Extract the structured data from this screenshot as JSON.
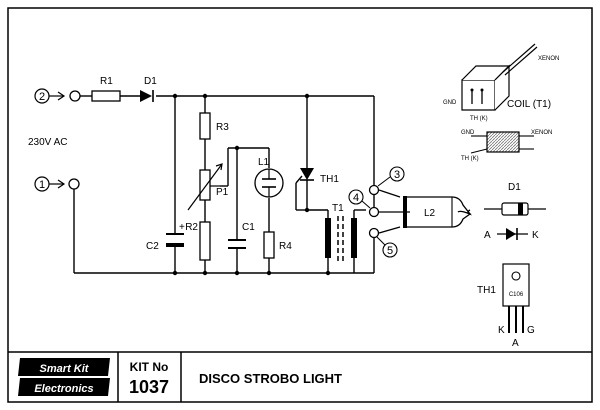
{
  "title_block": {
    "brand_line1": "Smart Kit",
    "brand_line2": "Electronics",
    "kit_label": "KIT No",
    "kit_number": "1037",
    "project_title": "DISCO STROBO LIGHT"
  },
  "labels": {
    "supply": "230V AC",
    "R1": "R1",
    "D1": "D1",
    "R3": "R3",
    "P1": "P1",
    "R2": "R2",
    "C1": "C1",
    "C2": "C2",
    "C2_pol": "+",
    "L1": "L1",
    "R4": "R4",
    "TH1": "TH1",
    "T1": "T1",
    "L2": "L2"
  },
  "terminals": [
    "1",
    "2",
    "3",
    "4",
    "5"
  ],
  "legend": {
    "coil_title": "COIL (T1)",
    "xenon": "XENON",
    "gnd": "GND",
    "thk": "TH (K)",
    "d1_title": "D1",
    "anode": "A",
    "cathode": "K",
    "th1_title": "TH1",
    "th1_part": "C106",
    "pin_k": "K",
    "pin_a": "A",
    "pin_g": "G"
  },
  "colors": {
    "ink": "#000000",
    "paper": "#ffffff",
    "hatch": "#777777"
  }
}
